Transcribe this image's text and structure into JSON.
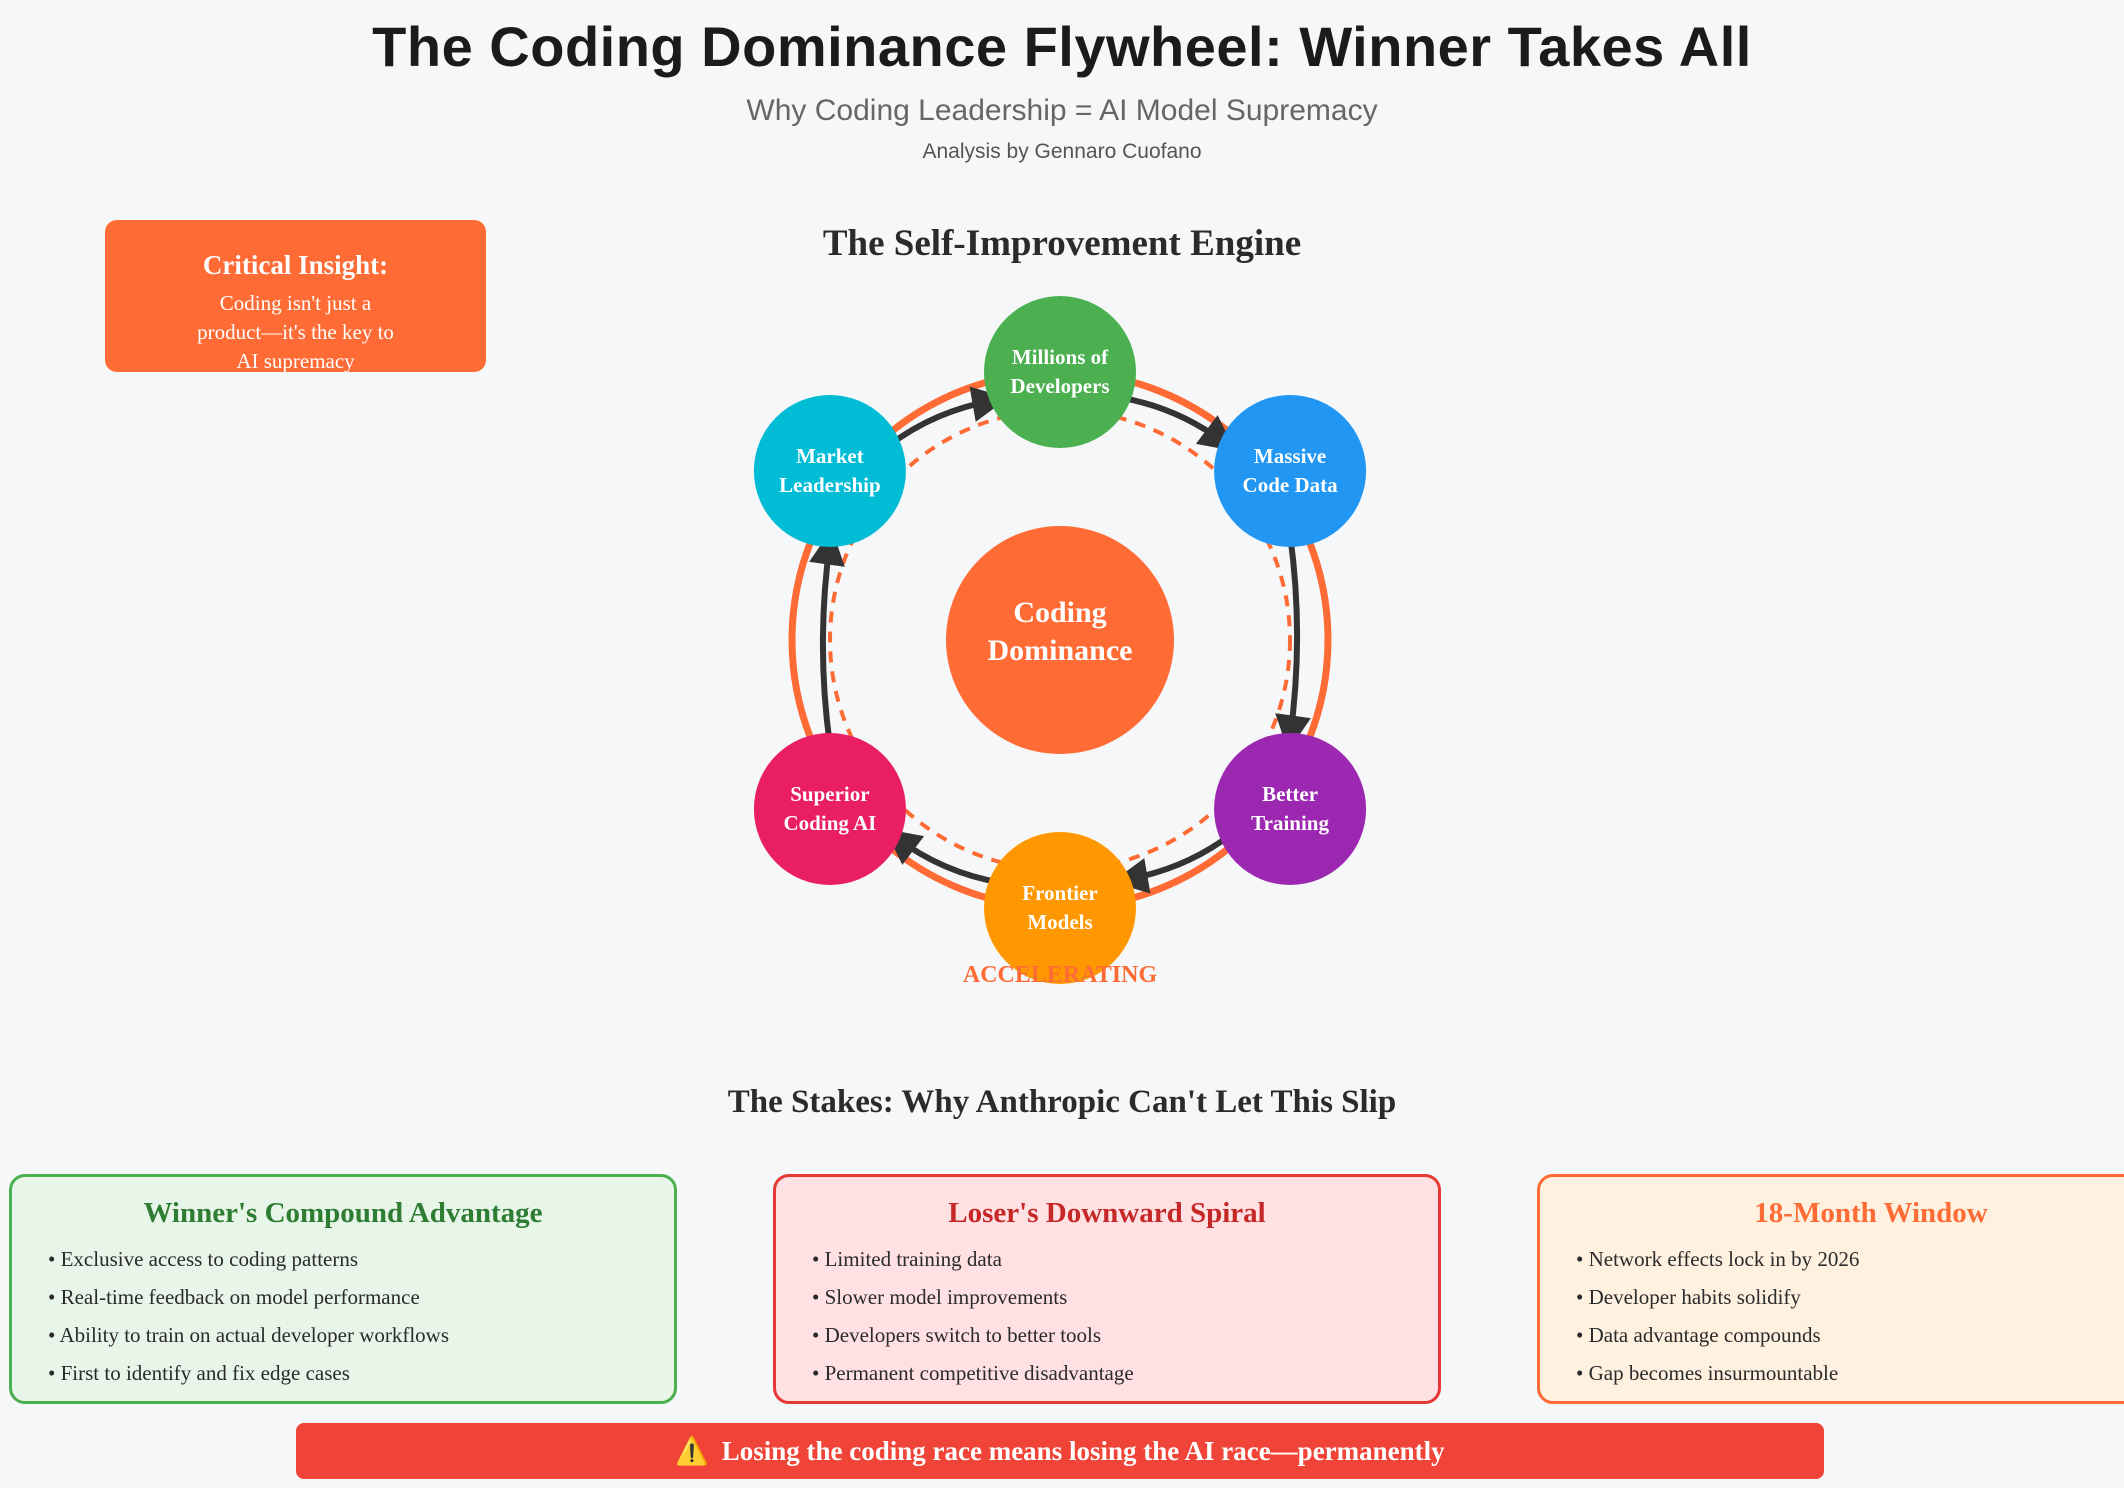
{
  "header": {
    "title": "The Coding Dominance Flywheel: Winner Takes All",
    "subtitle": "Why Coding Leadership = AI Model Supremacy",
    "author": "Analysis by Gennaro Cuofano"
  },
  "insight": {
    "heading": "Critical Insight:",
    "body": "Coding isn't just a product—it's the key to AI supremacy"
  },
  "flywheel": {
    "title": "The Self-Improvement Engine",
    "center": [
      "Coding",
      "Dominance"
    ],
    "center_color": "#ff6b35",
    "ring_color": "#ff6b35",
    "arrow_color": "#333333",
    "nodes": [
      {
        "lines": [
          "Millions of",
          "Developers"
        ],
        "color": "#4caf50"
      },
      {
        "lines": [
          "Massive",
          "Code Data"
        ],
        "color": "#2196f3"
      },
      {
        "lines": [
          "Better",
          "Training"
        ],
        "color": "#9c27b0"
      },
      {
        "lines": [
          "Frontier",
          "Models"
        ],
        "color": "#ff9800"
      },
      {
        "lines": [
          "Superior",
          "Coding AI"
        ],
        "color": "#e91e63"
      },
      {
        "lines": [
          "Market",
          "Leadership"
        ],
        "color": "#00bcd4"
      }
    ],
    "momentum_label": "ACCELERATING"
  },
  "stakes": {
    "title": "The Stakes: Why Anthropic Can't Let This Slip",
    "cards": [
      {
        "title": "Winner's Compound Advantage",
        "items": [
          "Exclusive access to coding patterns",
          "Real-time feedback on model performance",
          "Ability to train on actual developer workflows",
          "First to identify and fix edge cases"
        ]
      },
      {
        "title": "Loser's Downward Spiral",
        "items": [
          "Limited training data",
          "Slower model improvements",
          "Developers switch to better tools",
          "Permanent competitive disadvantage"
        ]
      },
      {
        "title": "18-Month Window",
        "items": [
          "Network effects lock in by 2026",
          "Developer habits solidify",
          "Data advantage compounds",
          "Gap becomes insurmountable"
        ]
      }
    ]
  },
  "warning": {
    "icon": "warning-icon",
    "text": "Losing the coding race means losing the AI race—permanently"
  }
}
